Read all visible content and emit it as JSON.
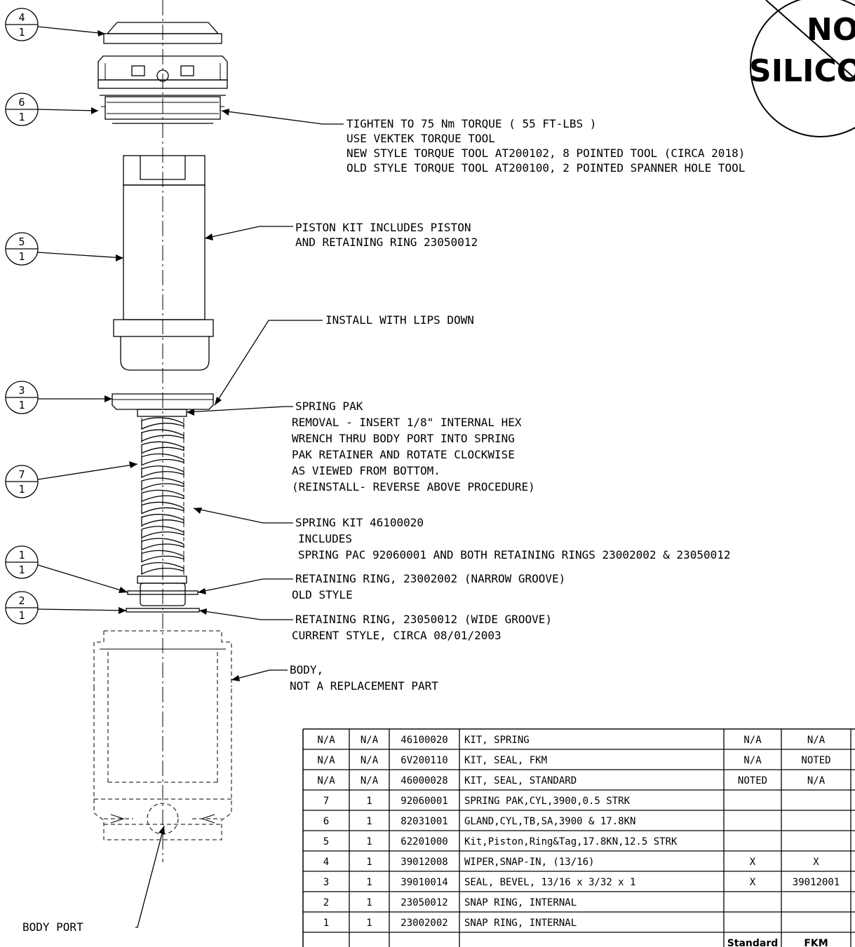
{
  "stamp": {
    "line1": "NO",
    "line2": "SILICO"
  },
  "balloons": [
    {
      "id": "4",
      "sub": "1"
    },
    {
      "id": "6",
      "sub": "1"
    },
    {
      "id": "5",
      "sub": "1"
    },
    {
      "id": "3",
      "sub": "1"
    },
    {
      "id": "7",
      "sub": "1"
    },
    {
      "id": "1",
      "sub": "1"
    },
    {
      "id": "2",
      "sub": "1"
    }
  ],
  "notes": {
    "torque": [
      "TIGHTEN TO 75 Nm TORQUE ( 55 FT-LBS )",
      "USE VEKTEK TORQUE TOOL",
      "NEW STYLE TORQUE TOOL AT200102, 8 POINTED TOOL (CIRCA 2018)",
      "OLD STYLE TORQUE TOOL AT200100, 2 POINTED SPANNER HOLE TOOL"
    ],
    "piston": [
      "PISTON KIT INCLUDES PISTON",
      "AND RETAINING RING 23050012"
    ],
    "lips": [
      "INSTALL WITH LIPS DOWN"
    ],
    "spring_pak": [
      "SPRING PAK",
      "REMOVAL - INSERT 1/8\" INTERNAL HEX",
      "WRENCH THRU BODY PORT INTO SPRING",
      "PAK RETAINER AND ROTATE CLOCKWISE",
      "AS VIEWED FROM BOTTOM.",
      "(REINSTALL- REVERSE ABOVE PROCEDURE)"
    ],
    "spring_kit": [
      "SPRING KIT 46100020",
      "INCLUDES",
      "SPRING PAC 92060001 AND BOTH RETAINING RINGS 23002002 & 23050012"
    ],
    "ring_old": [
      "RETAINING RING, 23002002 (NARROW GROOVE)",
      "OLD STYLE"
    ],
    "ring_new": [
      "RETAINING RING, 23050012 (WIDE GROOVE)",
      "CURRENT STYLE, CIRCA 08/01/2003"
    ],
    "body": [
      "BODY,",
      "NOT A REPLACEMENT PART"
    ],
    "body_port": "BODY PORT"
  },
  "bom": {
    "rows": [
      [
        "N/A",
        "N/A",
        "46100020",
        "KIT, SPRING",
        "N/A",
        "N/A"
      ],
      [
        "N/A",
        "N/A",
        "6V200110",
        "KIT, SEAL, FKM",
        "N/A",
        "NOTED"
      ],
      [
        "N/A",
        "N/A",
        "46000028",
        "KIT, SEAL, STANDARD",
        "NOTED",
        "N/A"
      ],
      [
        "7",
        "1",
        "92060001",
        "SPRING PAK,CYL,3900,0.5 STRK",
        "",
        ""
      ],
      [
        "6",
        "1",
        "82031001",
        "GLAND,CYL,TB,SA,3900 & 17.8KN",
        "",
        ""
      ],
      [
        "5",
        "1",
        "62201000",
        "Kit,Piston,Ring&Tag,17.8KN,12.5 STRK",
        "",
        ""
      ],
      [
        "4",
        "1",
        "39012008",
        "WIPER,SNAP-IN, (13/16)",
        "X",
        "X"
      ],
      [
        "3",
        "1",
        "39010014",
        "SEAL, BEVEL, 13/16 x 3/32 x 1",
        "X",
        "39012001"
      ],
      [
        "2",
        "1",
        "23050012",
        "SNAP RING, INTERNAL",
        "",
        ""
      ],
      [
        "1",
        "1",
        "23002002",
        "SNAP RING, INTERNAL",
        "",
        ""
      ]
    ],
    "footer": [
      "",
      "",
      "",
      "",
      "Standard",
      "FKM"
    ]
  }
}
